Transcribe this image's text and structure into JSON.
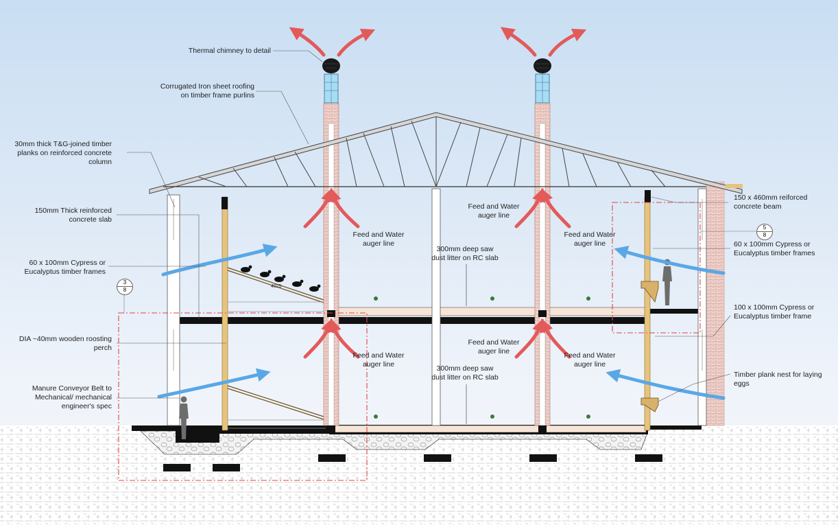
{
  "labels": {
    "thermal_chimney": "Thermal chimney to detail",
    "roofing": "Corrugated Iron sheet roofing\non timber frame purlins",
    "timber_planks": "30mm thick T&G-joined timber\nplanks on reinforced concrete\ncolumn",
    "rc_slab": "150mm Thick reinforced\nconcrete slab",
    "timber_frames_left": "60 x 100mm Cypress or\nEucalyptus timber frames",
    "roosting_perch": "DIA ~40mm wooden roosting\nperch",
    "manure_conveyor": "Manure Conveyor Belt to\nMechanical/ mechanical\nengineer's spec",
    "rc_beam": "150 x 460mm reiforced\nconcrete beam",
    "timber_frames_right": "60 x 100mm Cypress or\nEucalyptus timber frames",
    "timber_frame_100": "100 x 100mm Cypress or\nEucalyptus timber frame",
    "nest": "Timber plank nest for laying\neggs",
    "feed_upper_center": "Feed and Water\nauger line",
    "feed_upper_left": "Feed and Water\nauger line",
    "feed_upper_right": "Feed and Water\nauger line",
    "feed_lower_center": "Feed and Water\nauger line",
    "feed_lower_left": "Feed and Water\nauger line",
    "feed_lower_right": "Feed and Water\nauger line",
    "litter_upper": "300mm deep saw\ndust litter on RC slab",
    "litter_lower": "300mm deep saw\ndust litter on RC slab",
    "tag_small": "4025"
  },
  "detail_markers": [
    {
      "top": "5",
      "bottom": "8"
    },
    {
      "top": "3",
      "bottom": "8"
    }
  ],
  "colors": {
    "hot_air": "#e35a5a",
    "cool_air": "#5aa7e6",
    "concrete": "#1a1a1a",
    "timber": "#e7c47e",
    "brick": "#e8c9c3",
    "slab_fill": "#f6e5d6",
    "glass": "#a8dcf5",
    "detail_line": "#e04545"
  },
  "icons": [
    "red-hot-air-arrow",
    "blue-cool-air-arrow",
    "chimney-cowl",
    "chicken",
    "person-silhouette",
    "auger-line-marker"
  ]
}
